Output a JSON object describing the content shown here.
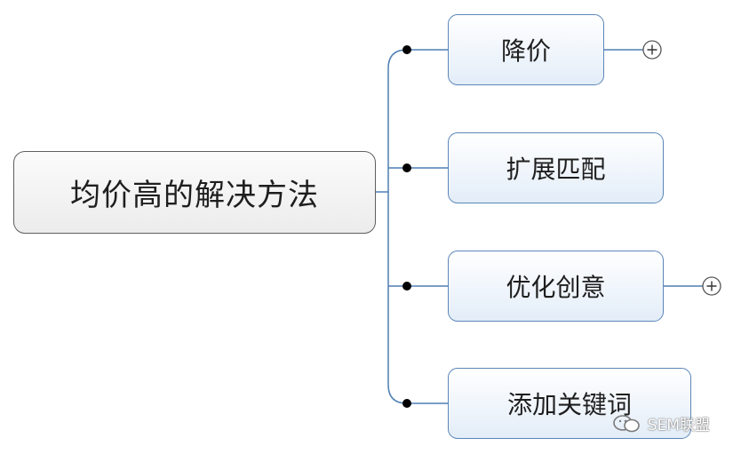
{
  "root": {
    "label": "均价高的解决方法"
  },
  "branches": [
    {
      "label": "降价",
      "collapsed_children": true
    },
    {
      "label": "扩展匹配",
      "collapsed_children": false
    },
    {
      "label": "优化创意",
      "collapsed_children": true
    },
    {
      "label": "添加关键词",
      "collapsed_children": false
    }
  ],
  "watermark": {
    "text": "SEM联盟"
  },
  "colors": {
    "connector": "#4f7fb4",
    "child_border": "#5b86b8",
    "root_border": "#5f5f5f",
    "dot": "#000000"
  },
  "icons": {
    "expand": "plus-circle-icon",
    "watermark": "wechat-icon"
  }
}
